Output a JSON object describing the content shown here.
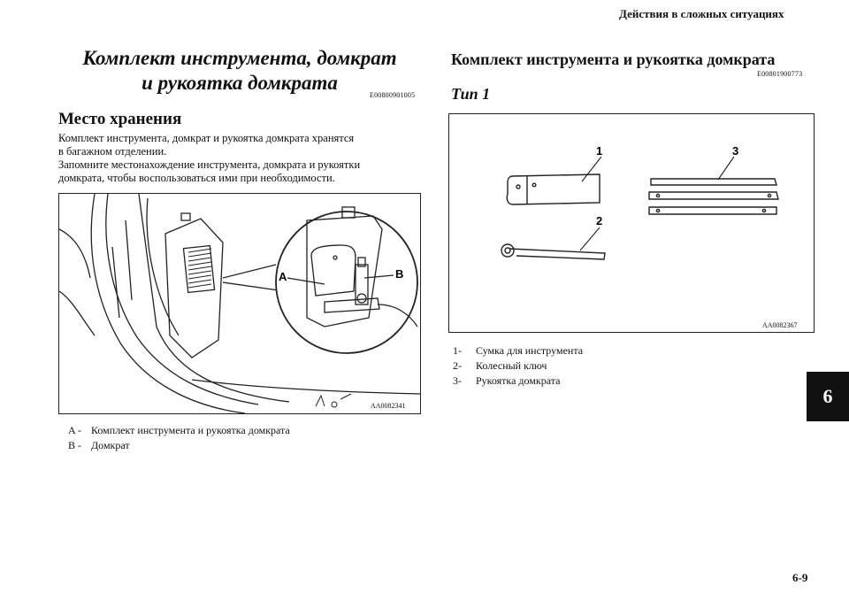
{
  "header": {
    "section_title": "Действия в сложных ситуациях",
    "page_number": "6-9",
    "chapter_tab": "6"
  },
  "left": {
    "title_line1": "Комплект инструмента, домкрат",
    "title_line2": "и рукоятка домкрата",
    "code": "E00800901005",
    "storage_heading": "Место хранения",
    "paragraph_lines": [
      "Комплект инструмента, домкрат и рукоятка домкрата хранятся",
      "в багажном отделении.",
      "Запомните местонахождение инструмента, домкрата и рукоятки",
      "домкрата, чтобы воспользоваться ими при необходимости."
    ],
    "figure": {
      "code": "AA0082341",
      "callout_a": "A",
      "callout_b": "B"
    },
    "legend": [
      {
        "key": "A -",
        "text": "Комплект инструмента и рукоятка домкрата"
      },
      {
        "key": "B -",
        "text": "Домкрат"
      }
    ]
  },
  "right": {
    "title": "Комплект инструмента и рукоятка домкрата",
    "code": "E00801900773",
    "type_label": "Тип 1",
    "figure": {
      "code": "AA0082367",
      "callout_1": "1",
      "callout_2": "2",
      "callout_3": "3"
    },
    "legend": [
      {
        "key": "1-",
        "text": "Сумка для инструмента"
      },
      {
        "key": "2-",
        "text": "Колесный ключ"
      },
      {
        "key": "3-",
        "text": "Рукоятка домкрата"
      }
    ]
  }
}
